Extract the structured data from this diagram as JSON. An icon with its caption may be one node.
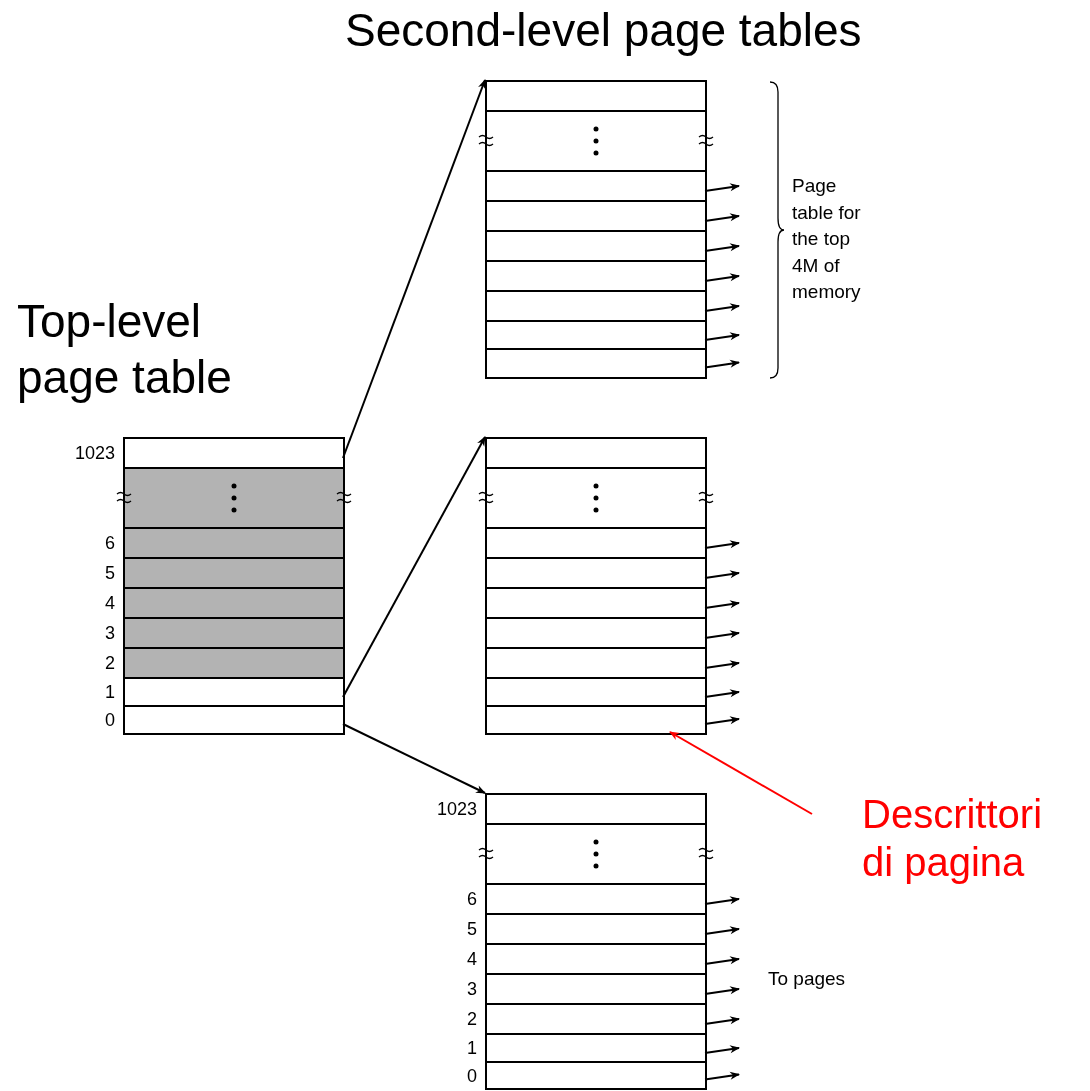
{
  "diagram": {
    "nodes": [
      {
        "text": [],
        "shape": "box"
      },
      {
        "text": [],
        "shape": "box",
        "in": 0,
        "beside": [
          "1023"
        ]
      },
      {
        "text": [],
        "shape": "box",
        "in": 0
      },
      {
        "text": [],
        "shape": "box",
        "in": 0,
        "beside": [
          "6"
        ]
      },
      {
        "text": [],
        "shape": "box",
        "in": 0,
        "beside": [
          "5"
        ]
      },
      {
        "text": [],
        "shape": "box",
        "in": 0,
        "beside": [
          "4"
        ]
      },
      {
        "text": [],
        "shape": "box",
        "in": 0,
        "beside": [
          "3"
        ]
      },
      {
        "text": [],
        "shape": "box",
        "in": 0,
        "beside": [
          "2"
        ]
      },
      {
        "text": [],
        "shape": "box",
        "in": 0,
        "beside": [
          "1"
        ]
      },
      {
        "text": [],
        "shape": "box",
        "in": 0,
        "beside": [
          "0"
        ]
      },
      {
        "text": [],
        "shape": "box"
      },
      {
        "text": [],
        "shape": "box",
        "in": 10
      },
      {
        "text": [],
        "shape": "box",
        "in": 10
      },
      {
        "text": [],
        "shape": "box",
        "in": 10
      },
      {
        "text": [],
        "shape": "box",
        "in": 10
      },
      {
        "text": [],
        "shape": "box",
        "in": 10
      },
      {
        "text": [],
        "shape": "box",
        "in": 10
      },
      {
        "text": [],
        "shape": "box",
        "in": 10
      },
      {
        "text": [],
        "shape": "box",
        "in": 10
      },
      {
        "text": [],
        "shape": "box",
        "in": 10
      },
      {
        "text": [],
        "shape": "box"
      },
      {
        "text": [],
        "shape": "box",
        "in": 20
      },
      {
        "text": [],
        "shape": "box",
        "in": 20
      },
      {
        "text": [],
        "shape": "box",
        "in": 20
      },
      {
        "text": [],
        "shape": "box",
        "in": 20
      },
      {
        "text": [],
        "shape": "box",
        "in": 20
      },
      {
        "text": [],
        "shape": "box",
        "in": 20
      },
      {
        "text": [],
        "shape": "box",
        "in": 20
      },
      {
        "text": [],
        "shape": "box",
        "in": 20
      },
      {
        "text": [],
        "shape": "box",
        "in": 20
      },
      {
        "text": [],
        "shape": "box"
      },
      {
        "text": [],
        "shape": "box",
        "in": 30,
        "beside": [
          "1023"
        ]
      },
      {
        "text": [],
        "shape": "box",
        "in": 30
      },
      {
        "text": [],
        "shape": "box",
        "in": 30,
        "beside": [
          "6"
        ]
      },
      {
        "text": [],
        "shape": "box",
        "in": 30,
        "beside": [
          "5"
        ]
      },
      {
        "text": [],
        "shape": "box",
        "in": 30,
        "beside": [
          "4"
        ]
      },
      {
        "text": [],
        "shape": "box",
        "in": 30,
        "beside": [
          "3"
        ]
      },
      {
        "text": [],
        "shape": "box",
        "in": 30,
        "beside": [
          "2"
        ]
      },
      {
        "text": [],
        "shape": "box",
        "in": 30,
        "beside": [
          "1"
        ]
      },
      {
        "text": [],
        "shape": "box",
        "in": 30,
        "beside": [
          "0"
        ]
      },
      {
        "text": [
          "Descrittori di pagina"
        ]
      }
    ],
    "edges": [
      {
        "from": 1,
        "to": 10,
        "arrow": "to"
      },
      {
        "from": 8,
        "to": 20,
        "arrow": "to"
      },
      {
        "from": 9,
        "to": 30,
        "arrow": "to"
      },
      {
        "from": 13,
        "to": null,
        "arrow": "to"
      },
      {
        "from": 14,
        "to": null,
        "arrow": "to"
      },
      {
        "from": 15,
        "to": null,
        "arrow": "to"
      },
      {
        "from": 16,
        "to": null,
        "arrow": "to"
      },
      {
        "from": 17,
        "to": null,
        "arrow": "to"
      },
      {
        "from": 18,
        "to": null,
        "arrow": "to"
      },
      {
        "from": 19,
        "to": null,
        "arrow": "to"
      },
      {
        "from": 23,
        "to": null,
        "arrow": "to"
      },
      {
        "from": 24,
        "to": null,
        "arrow": "to"
      },
      {
        "from": 25,
        "to": null,
        "arrow": "to"
      },
      {
        "from": 26,
        "to": null,
        "arrow": "to"
      },
      {
        "from": 27,
        "to": null,
        "arrow": "to"
      },
      {
        "from": 28,
        "to": null,
        "arrow": "to"
      },
      {
        "from": 29,
        "to": null,
        "arrow": "to"
      },
      {
        "from": 33,
        "to": null,
        "arrow": "to"
      },
      {
        "from": 34,
        "to": null,
        "arrow": "to"
      },
      {
        "from": 35,
        "to": null,
        "arrow": "to"
      },
      {
        "from": 36,
        "to": null,
        "arrow": "to"
      },
      {
        "from": 37,
        "to": null,
        "arrow": "to"
      },
      {
        "from": 38,
        "to": null,
        "arrow": "to"
      },
      {
        "from": 39,
        "to": null,
        "arrow": "to"
      },
      {
        "from": 40,
        "to": 29,
        "arrow": "to",
        "color": "#ff0000"
      }
    ],
    "labels": [
      "Second-level page tables",
      "Page table for the top 4M of memory",
      "Top-level page table",
      "To pages"
    ]
  }
}
